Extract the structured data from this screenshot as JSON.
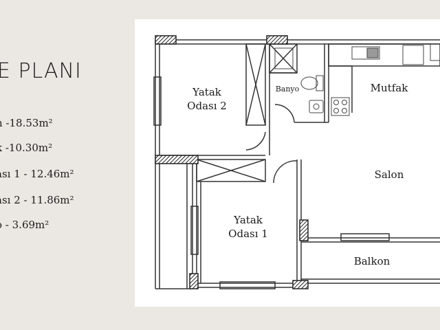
{
  "title_fragment": "E PLANI",
  "areas": [
    {
      "text": "n -18.53m²"
    },
    {
      "text": "k -10.30m²"
    },
    {
      "text": "ası 1 - 12.46m²"
    },
    {
      "text": "ası 2 - 11.86m²"
    },
    {
      "text": "o - 3.69m²"
    }
  ],
  "rooms": {
    "yatak2": [
      "Yatak",
      "Odası 2"
    ],
    "banyo": "Banyo",
    "mutfak": "Mutfak",
    "salon": "Salon",
    "yatak1": [
      "Yatak",
      "Odası 1"
    ],
    "balkon": "Balkon"
  },
  "colors": {
    "background": "#ebe7e2",
    "card": "#ffffff",
    "wall": "#333333",
    "column_hatch": "#222222"
  }
}
